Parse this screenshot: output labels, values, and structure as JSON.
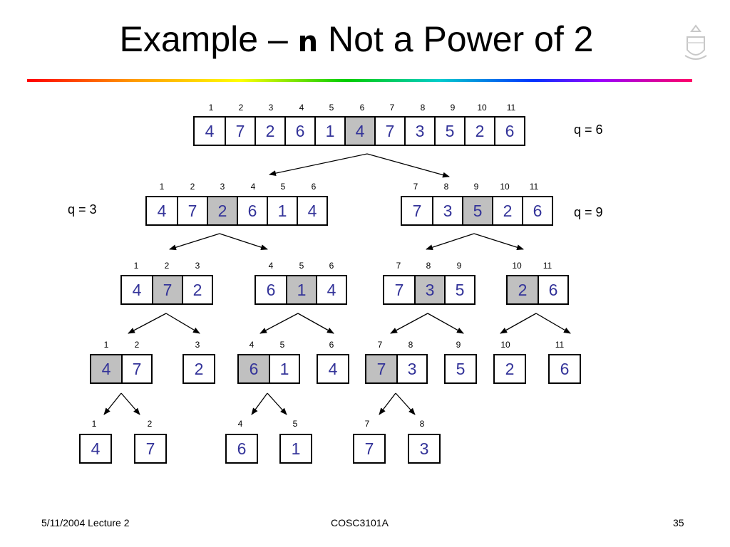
{
  "slide": {
    "title_prefix": "Example –",
    "title_var": "n",
    "title_suffix": "Not a Power of 2"
  },
  "diagram": {
    "level0": {
      "indices": [
        "1",
        "2",
        "3",
        "4",
        "5",
        "6",
        "7",
        "8",
        "9",
        "10",
        "11"
      ],
      "values": [
        "4",
        "7",
        "2",
        "6",
        "1",
        "4",
        "7",
        "3",
        "5",
        "2",
        "6"
      ],
      "q": "q = 6"
    },
    "level1_left": {
      "indices": [
        "1",
        "2",
        "3",
        "4",
        "5",
        "6"
      ],
      "values": [
        "4",
        "7",
        "2",
        "6",
        "1",
        "4"
      ],
      "q": "q = 3"
    },
    "level1_right": {
      "indices": [
        "7",
        "8",
        "9",
        "10",
        "11"
      ],
      "values": [
        "7",
        "3",
        "5",
        "2",
        "6"
      ],
      "q": "q = 9"
    },
    "level2": [
      {
        "indices": [
          "1",
          "2",
          "3"
        ],
        "values": [
          "4",
          "7",
          "2"
        ]
      },
      {
        "indices": [
          "4",
          "5",
          "6"
        ],
        "values": [
          "6",
          "1",
          "4"
        ]
      },
      {
        "indices": [
          "7",
          "8",
          "9"
        ],
        "values": [
          "7",
          "3",
          "5"
        ]
      },
      {
        "indices": [
          "10",
          "11"
        ],
        "values": [
          "2",
          "6"
        ]
      }
    ],
    "level3": [
      {
        "indices": [
          "1",
          "2"
        ],
        "values": [
          "4",
          "7"
        ]
      },
      {
        "indices": [
          "3"
        ],
        "values": [
          "2"
        ]
      },
      {
        "indices": [
          "4",
          "5"
        ],
        "values": [
          "6",
          "1"
        ]
      },
      {
        "indices": [
          "6"
        ],
        "values": [
          "4"
        ]
      },
      {
        "indices": [
          "7",
          "8"
        ],
        "values": [
          "7",
          "3"
        ]
      },
      {
        "indices": [
          "9"
        ],
        "values": [
          "5"
        ]
      },
      {
        "indices": [
          "10"
        ],
        "values": [
          "2"
        ]
      },
      {
        "indices": [
          "11"
        ],
        "values": [
          "6"
        ]
      }
    ],
    "level4": [
      {
        "indices": [
          "1"
        ],
        "values": [
          "4"
        ]
      },
      {
        "indices": [
          "2"
        ],
        "values": [
          "7"
        ]
      },
      {
        "indices": [
          "4"
        ],
        "values": [
          "6"
        ]
      },
      {
        "indices": [
          "5"
        ],
        "values": [
          "1"
        ]
      },
      {
        "indices": [
          "7"
        ],
        "values": [
          "7"
        ]
      },
      {
        "indices": [
          "8"
        ],
        "values": [
          "3"
        ]
      }
    ]
  },
  "footer": {
    "left": "5/11/2004 Lecture 2",
    "center": "COSC3101A",
    "right": "35"
  },
  "colors": {
    "value_text": "#333399",
    "pivot_fill": "#c0c0c0"
  }
}
